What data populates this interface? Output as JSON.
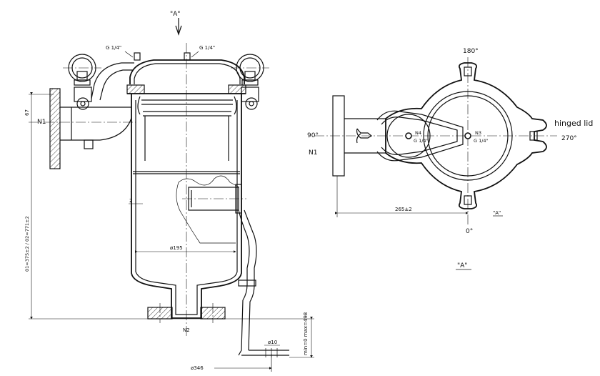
{
  "view_label": "\"A\"",
  "top_left_port_label": "G 1/4\"",
  "top_right_port_label": "G 1/4\"",
  "inlet_label": "N1",
  "outlet_label": "N2",
  "dim_flange_height": "67",
  "dim_total_height": "01=375±2 / 02=771±2",
  "dim_wall_offset": "2",
  "dim_inner_diameter": "ø195",
  "dim_drain_pipe": "ø10",
  "dim_base_width": "ø346",
  "dim_drain_range": "min=0 max=498",
  "plan": {
    "angle_top": "180°",
    "angle_left": "90°",
    "angle_right": "270°",
    "angle_bottom": "0°",
    "inlet_label": "N1",
    "hinged_lid_label": "hinged lid",
    "port_n4_label": "N4",
    "port_n4_size": "G 1/4\"",
    "port_n3_label": "N3",
    "port_n3_size": "G 1/4\"",
    "dim_offset": "265±2",
    "view_ref": "\"A\"",
    "caption": "\"A\""
  }
}
